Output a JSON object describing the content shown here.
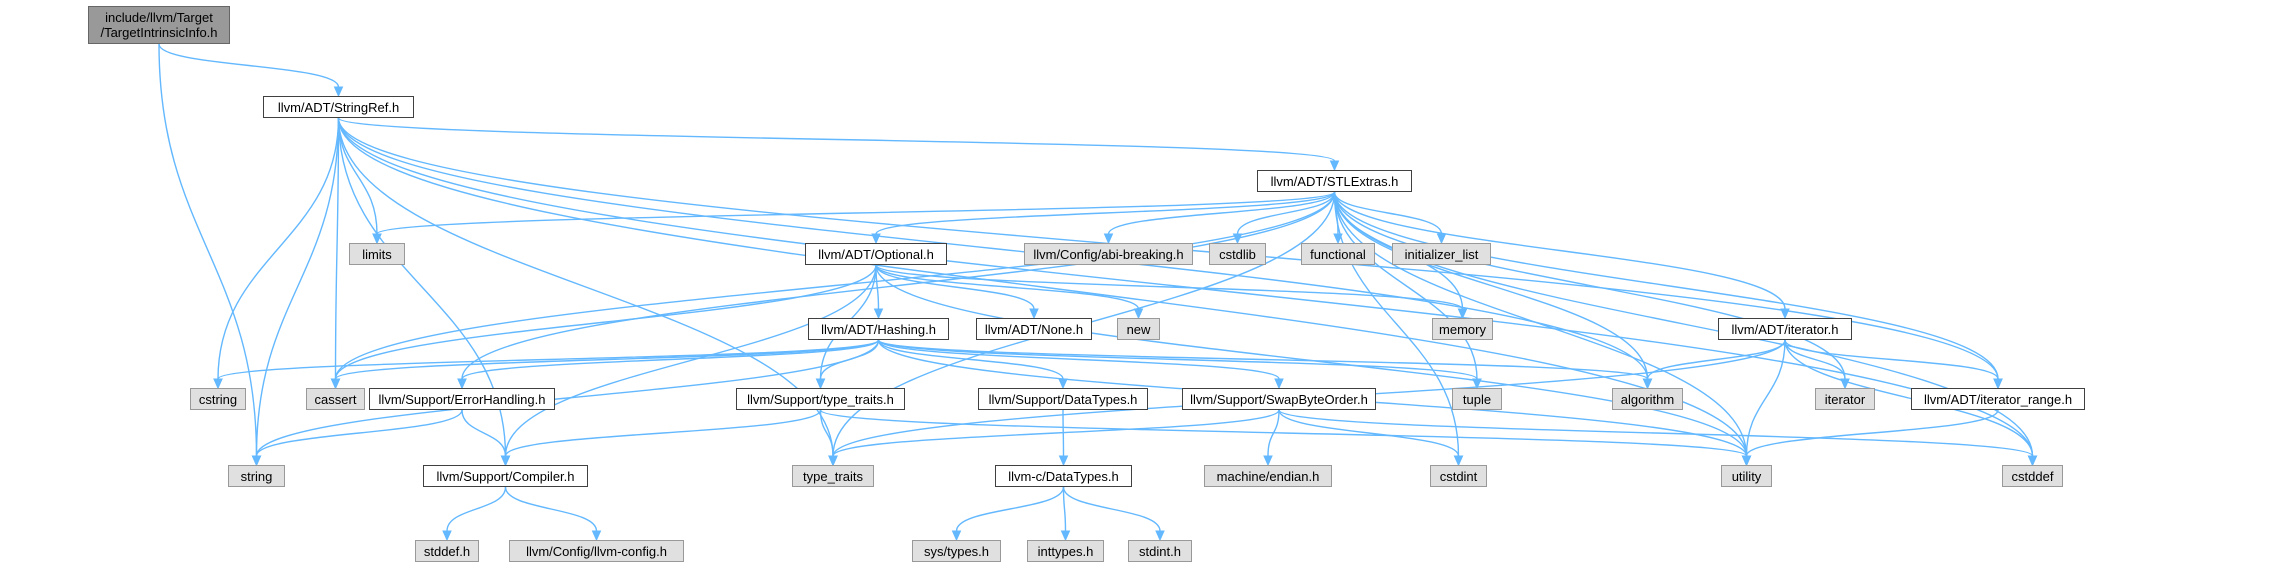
{
  "diagram": {
    "kind": "include dependency graph",
    "colors": {
      "edge": "#63b8ff",
      "root_fill": "#999999",
      "header_fill": "#ffffff",
      "system_fill": "#e0e0e0",
      "border": "#404040"
    },
    "nodes": {
      "root": "include/llvm/Target\n/TargetIntrinsicInfo.h",
      "stringref": "llvm/ADT/StringRef.h",
      "stlextras": "llvm/ADT/STLExtras.h",
      "limits": "limits",
      "optional": "llvm/ADT/Optional.h",
      "abibreaking": "llvm/Config/abi-breaking.h",
      "cstdlib": "cstdlib",
      "functional": "functional",
      "initializer_list": "initializer_list",
      "hashing": "llvm/ADT/Hashing.h",
      "none": "llvm/ADT/None.h",
      "new": "new",
      "memory": "memory",
      "iterator_h": "llvm/ADT/iterator.h",
      "cstring": "cstring",
      "cassert": "cassert",
      "errorhandling": "llvm/Support/ErrorHandling.h",
      "typetraits_h": "llvm/Support/type_traits.h",
      "datatypes_h": "llvm/Support/DataTypes.h",
      "swapbyteorder": "llvm/Support/SwapByteOrder.h",
      "tuple": "tuple",
      "algorithm": "algorithm",
      "iterator": "iterator",
      "iterator_range": "llvm/ADT/iterator_range.h",
      "string": "string",
      "compiler": "llvm/Support/Compiler.h",
      "type_traits": "type_traits",
      "c_datatypes": "llvm-c/DataTypes.h",
      "machine_endian": "machine/endian.h",
      "cstdint": "cstdint",
      "utility": "utility",
      "cstddef": "cstddef",
      "stddef": "stddef.h",
      "llvmconfig": "llvm/Config/llvm-config.h",
      "systypes": "sys/types.h",
      "inttypes": "inttypes.h",
      "stdint": "stdint.h"
    }
  }
}
